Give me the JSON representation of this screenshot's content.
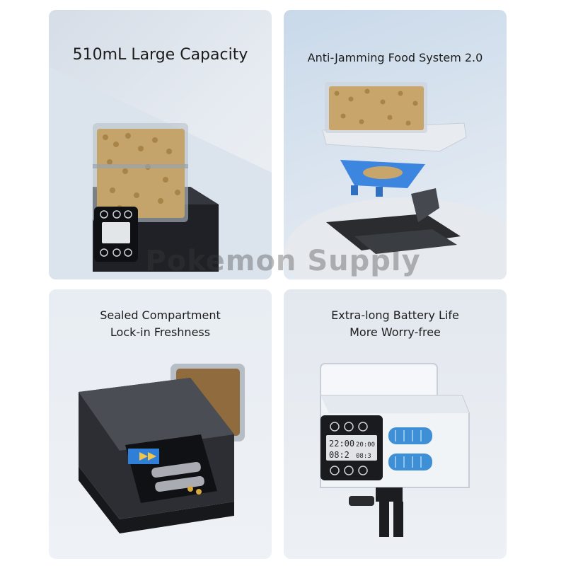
{
  "panels": [
    {
      "caption": "510mL Large Capacity"
    },
    {
      "caption": "Anti-Jamming Food System 2.0"
    },
    {
      "caption_line1": "Sealed Compartment",
      "caption_line2": "Lock-in Freshness"
    },
    {
      "caption_line1": "Extra-long Battery Life",
      "caption_line2": "More Worry-free"
    }
  ],
  "watermark": "Pokemon Supply",
  "display": {
    "time_left": "22:00",
    "time_right": "20:00",
    "count_left": "08:2",
    "count_right": "08:3"
  },
  "colors": {
    "body_dark": "#2b2d31",
    "food": "#c9a86a",
    "battery_blue": "#3f8fd6",
    "tray_blue": "#3c86e0"
  }
}
